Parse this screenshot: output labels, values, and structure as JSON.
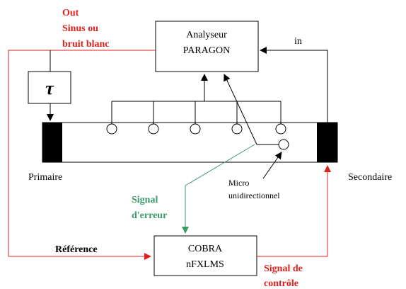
{
  "labels": {
    "out_line1": "Out",
    "out_line2": "Sinus ou",
    "out_line3": "bruit blanc",
    "analyseur_line1": "Analyseur",
    "analyseur_line2": "PARAGON",
    "in": "in",
    "tau": "τ",
    "primaire": "Primaire",
    "secondaire": "Secondaire",
    "micro_line1": "Micro",
    "micro_line2": "unidirectionnel",
    "signal_erreur_line1": "Signal",
    "signal_erreur_line2": "d'erreur",
    "reference": "Référence",
    "cobra_line1": "COBRA",
    "cobra_line2": "nFXLMS",
    "signal_controle_line1": "Signal de",
    "signal_controle_line2": "contrôle"
  },
  "colors": {
    "red": "#e0201c",
    "green": "#3a9a6a",
    "black": "#000000"
  }
}
